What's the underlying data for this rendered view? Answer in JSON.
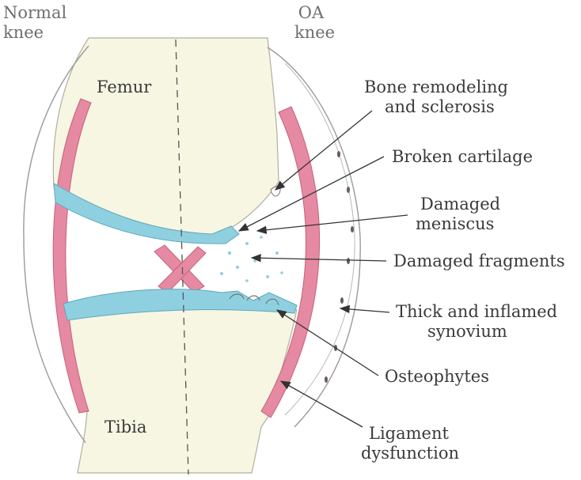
{
  "diagram": {
    "header_left": [
      "Normal",
      "knee"
    ],
    "header_right": [
      "OA",
      "knee"
    ],
    "bone_top": "Femur",
    "bone_bottom": "Tibia",
    "annotations": [
      {
        "id": "bone-remodeling",
        "lines": [
          "Bone remodeling",
          "and sclerosis"
        ]
      },
      {
        "id": "broken-cartilage",
        "lines": [
          "Broken cartilage"
        ]
      },
      {
        "id": "damaged-meniscus",
        "lines": [
          "Damaged",
          "meniscus"
        ]
      },
      {
        "id": "damaged-fragments",
        "lines": [
          "Damaged fragments"
        ]
      },
      {
        "id": "synovium",
        "lines": [
          "Thick and inflamed",
          "synovium"
        ]
      },
      {
        "id": "osteophytes",
        "lines": [
          "Osteophytes"
        ]
      },
      {
        "id": "ligament",
        "lines": [
          "Ligament",
          "dysfunction"
        ]
      }
    ]
  },
  "colors": {
    "bone": "#f6f6e2",
    "cartilage": "#8fd0e0",
    "ligament": "#e58aa2",
    "outline": "#8a8a8a",
    "text": "#3a3a3a"
  }
}
